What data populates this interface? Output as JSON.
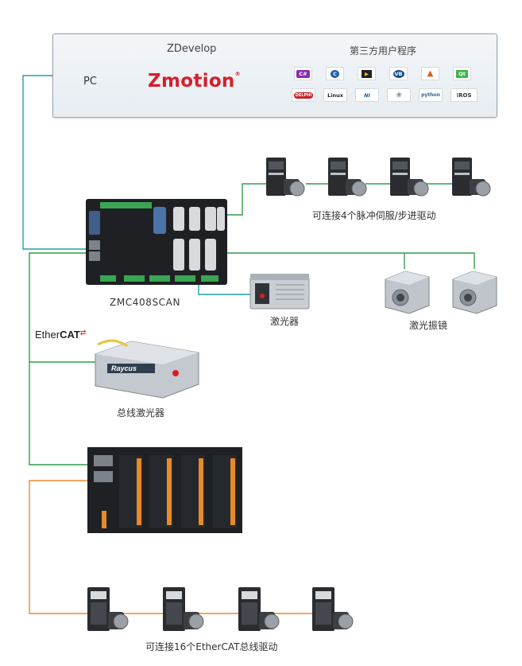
{
  "pc_panel": {
    "pc_label": "PC",
    "zdevelop_label": "ZDevelop",
    "brand_logo": "Zmotion",
    "brand_mark": "®",
    "third_party_title": "第三方用户程序",
    "apps_row1": [
      {
        "icon": "csharp-icon",
        "text": "C#",
        "color": "#8e2bb5"
      },
      {
        "icon": "cpp-icon",
        "text": "C",
        "color": "#1f5fae"
      },
      {
        "icon": "labview-icon",
        "text": "▶",
        "color": "#222222"
      },
      {
        "icon": "vb-icon",
        "text": "VB",
        "color": "#1b4e8a"
      },
      {
        "icon": "matlab-icon",
        "text": "▲",
        "color": "#e35a1b"
      },
      {
        "icon": "qt-icon",
        "text": "Qt",
        "color": "#41b54a"
      }
    ],
    "apps_row2": [
      {
        "icon": "delphi-icon",
        "text": "DELPHI",
        "color": "#c8202a"
      },
      {
        "icon": "linux-icon",
        "text": "Linux",
        "color": "#222222"
      },
      {
        "icon": "ni-icon",
        "text": "NI",
        "color": "#1a5aa8"
      },
      {
        "icon": "raspberry-icon",
        "text": "❀",
        "color": "#888888"
      },
      {
        "icon": "python-icon",
        "text": "python",
        "color": "#355f8c"
      },
      {
        "icon": "ros-icon",
        "text": "⁞ROS",
        "color": "#333333"
      }
    ]
  },
  "controller": {
    "name": "ZMC408SCAN"
  },
  "labels": {
    "servo_drives": "可连接4个脉冲伺服/步进驱动",
    "laser": "激光器",
    "galvo": "激光振镜",
    "ethercat_a": "Ether",
    "ethercat_b": "CAT",
    "ethercat_arrows": "⇄",
    "bus_laser": "总线激光器",
    "laser_brand": "Raycus",
    "bus_drives": "可连接16个EtherCAT总线驱动"
  },
  "colors": {
    "teal_line": "#1ea0a8",
    "green_line": "#2e9e4d",
    "orange_line": "#e88a2a",
    "brand_red": "#d81e2a"
  }
}
